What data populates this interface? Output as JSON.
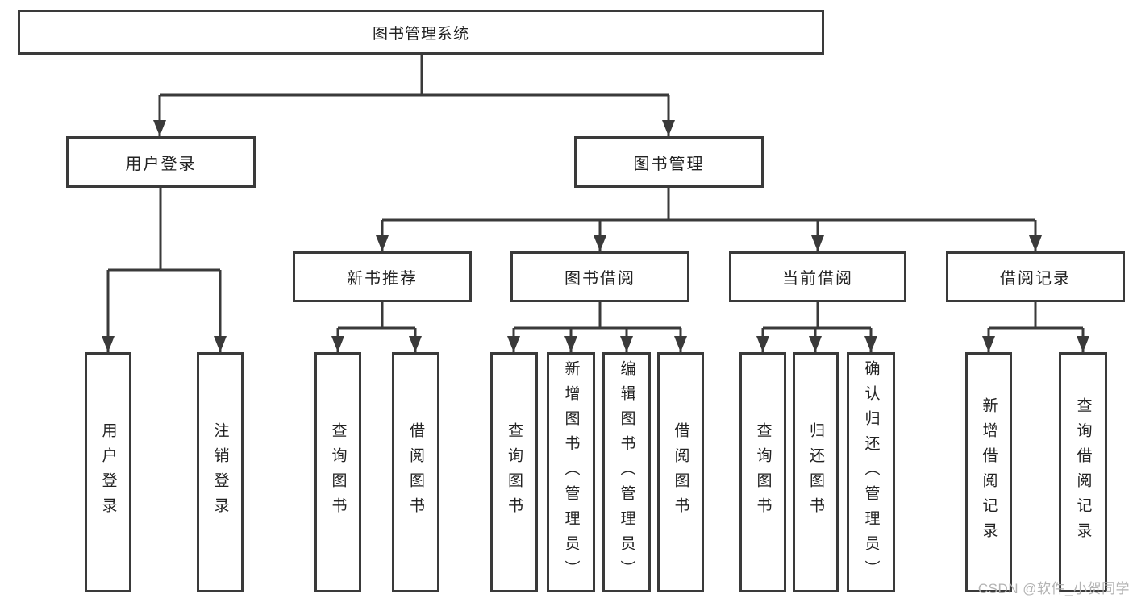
{
  "diagram": {
    "root": {
      "label": "图书管理系统"
    },
    "branches": [
      {
        "label": "用户登录",
        "children": [
          "用户登录",
          "注销登录"
        ]
      },
      {
        "label": "图书管理",
        "children": [
          {
            "label": "新书推荐",
            "children": [
              "查询图书",
              "借阅图书"
            ]
          },
          {
            "label": "图书借阅",
            "children": [
              "查询图书",
              "新增图书（管理员）",
              "编辑图书（管理员）",
              "借阅图书"
            ]
          },
          {
            "label": "当前借阅",
            "children": [
              "查询图书",
              "归还图书",
              "确认归还（管理员）"
            ]
          },
          {
            "label": "借阅记录",
            "children": [
              "新增借阅记录",
              "查询借阅记录"
            ]
          }
        ]
      }
    ]
  },
  "watermark": {
    "text": "CSDN @软件_小贺同学"
  },
  "colors": {
    "line": "#3a3a3a",
    "box_border": "#3a3a3a",
    "box_fill": "#ffffff",
    "text": "#222222",
    "watermark": "#afafaf"
  }
}
